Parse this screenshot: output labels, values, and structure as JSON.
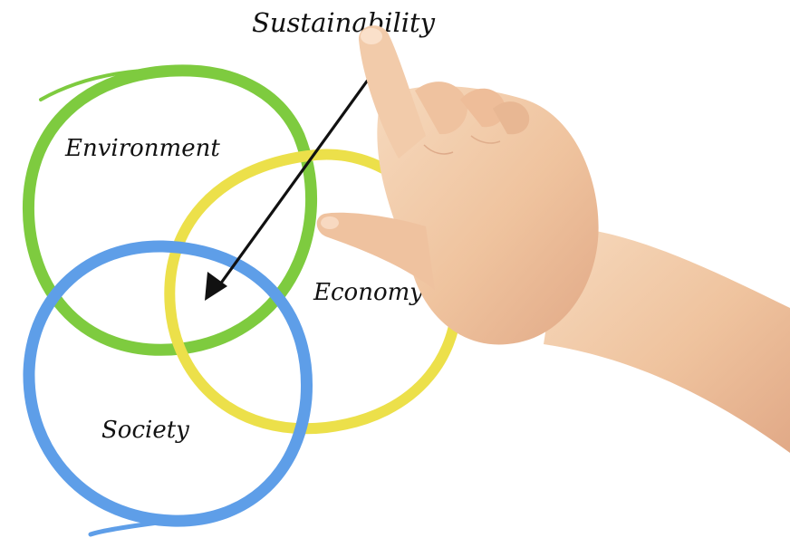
{
  "diagram": {
    "title": "Sustainability",
    "circles": [
      {
        "label": "Environment",
        "color": "#7ecb3f"
      },
      {
        "label": "Economy",
        "color": "#ece04a"
      },
      {
        "label": "Society",
        "color": "#5e9ee8"
      }
    ],
    "arrow_color": "#111111",
    "hand_skin_color": "#f3cfae"
  }
}
